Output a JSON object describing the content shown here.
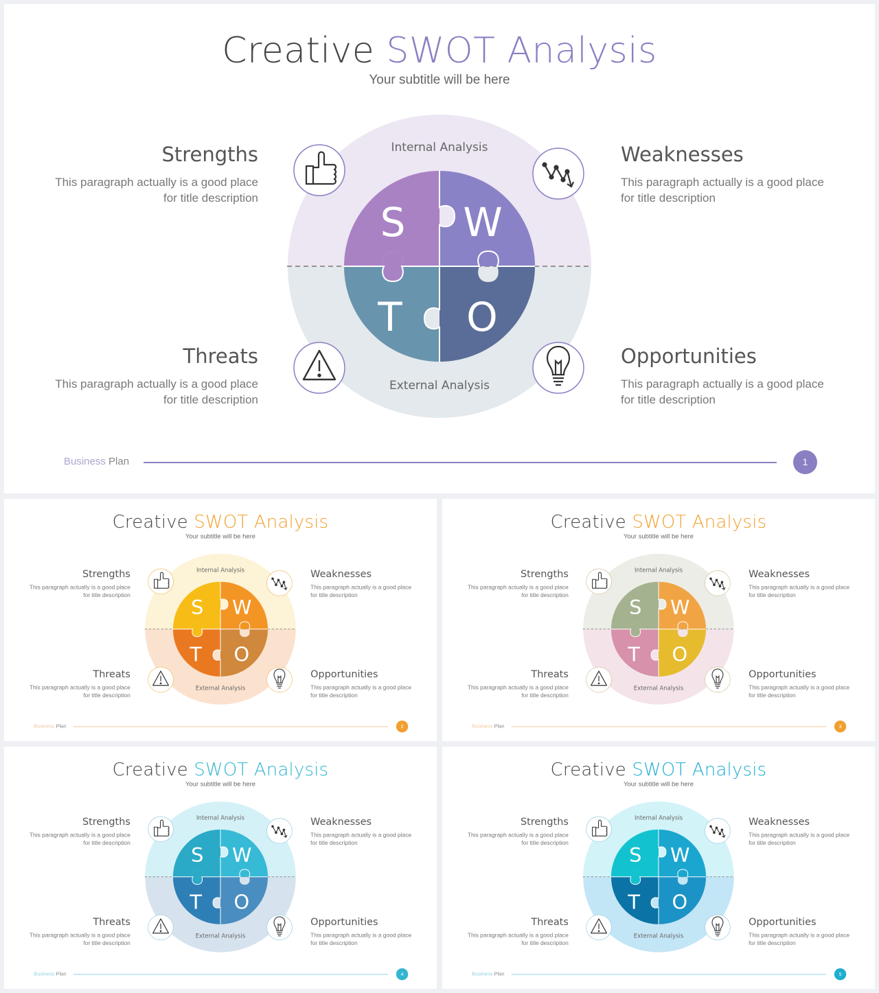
{
  "slides": [
    {
      "title_main": "Creative",
      "title_accent": "SWOT Analysis",
      "subtitle": "Your subtitle will be here",
      "internal_label": "Internal Analysis",
      "external_label": "External Analysis",
      "strengths": {
        "title": "Strengths",
        "desc": "This paragraph actually is a good place for title description"
      },
      "weaknesses": {
        "title": "Weaknesses",
        "desc": "This paragraph actually is a good place for title description"
      },
      "threats": {
        "title": "Threats",
        "desc": "This paragraph actually is a good place for title description"
      },
      "opportunities": {
        "title": "Opportunities",
        "desc": "This paragraph actually is a good place for title description"
      },
      "letters": {
        "s": "S",
        "w": "W",
        "t": "T",
        "o": "O"
      },
      "footer_a": "Business",
      "footer_b": "Plan",
      "page": "1",
      "colors": {
        "accent": "#8a7fc2",
        "top_bg": "#ede6f3",
        "bottom_bg": "#e3e9ec",
        "s": "#a982c4",
        "w": "#8a82c6",
        "t": "#6894ad",
        "o": "#5a6d98",
        "icon_border": "#8a7fc2",
        "footer_line": "#8a7fc2",
        "badge": "#8a7fc2",
        "footer_a": "#aaa6cf"
      }
    },
    {
      "title_main": "Creative",
      "title_accent": "SWOT Analysis",
      "subtitle": "Your subtitle will be here",
      "internal_label": "Internal Analysis",
      "external_label": "External Analysis",
      "strengths": {
        "title": "Strengths",
        "desc": "This paragraph actually is a good place for title description"
      },
      "weaknesses": {
        "title": "Weaknesses",
        "desc": "This paragraph actually is a good place for title description"
      },
      "threats": {
        "title": "Threats",
        "desc": "This paragraph actually is a good place for title description"
      },
      "opportunities": {
        "title": "Opportunities",
        "desc": "This paragraph actually is a good place for title description"
      },
      "letters": {
        "s": "S",
        "w": "W",
        "t": "T",
        "o": "O"
      },
      "footer_a": "Business",
      "footer_b": "Plan",
      "page": "2",
      "colors": {
        "accent": "#f0a030",
        "top_bg": "#fdf3d6",
        "bottom_bg": "#fbe2cf",
        "s": "#f7bd16",
        "w": "#f39524",
        "t": "#ea7820",
        "o": "#cf883c",
        "icon_border": "#f0c070",
        "footer_line": "#f4c79a",
        "badge": "#f0a030",
        "footer_a": "#f4c79a"
      }
    },
    {
      "title_main": "Creative",
      "title_accent": "SWOT Analysis",
      "subtitle": "Your subtitle will be here",
      "internal_label": "Internal Analysis",
      "external_label": "External Analysis",
      "strengths": {
        "title": "Strengths",
        "desc": "This paragraph actually is a good place for title description"
      },
      "weaknesses": {
        "title": "Weaknesses",
        "desc": "This paragraph actually is a good place for title description"
      },
      "threats": {
        "title": "Threats",
        "desc": "This paragraph actually is a good place for title description"
      },
      "opportunities": {
        "title": "Opportunities",
        "desc": "This paragraph actually is a good place for title description"
      },
      "letters": {
        "s": "S",
        "w": "W",
        "t": "T",
        "o": "O"
      },
      "footer_a": "Business",
      "footer_b": "Plan",
      "page": "3",
      "colors": {
        "accent": "#f0a030",
        "top_bg": "#ecede7",
        "bottom_bg": "#f4e4ea",
        "s": "#a4b290",
        "w": "#f1a444",
        "t": "#d791ab",
        "o": "#e6bc2e",
        "icon_border": "#d8c4a0",
        "footer_line": "#f4c79a",
        "badge": "#f0a030",
        "footer_a": "#f4c79a"
      }
    },
    {
      "title_main": "Creative",
      "title_accent": "SWOT Analysis",
      "subtitle": "Your subtitle will be here",
      "internal_label": "Internal Analysis",
      "external_label": "External Analysis",
      "strengths": {
        "title": "Strengths",
        "desc": "This paragraph actually is a good place for title description"
      },
      "weaknesses": {
        "title": "Weaknesses",
        "desc": "This paragraph actually is a good place for title description"
      },
      "threats": {
        "title": "Threats",
        "desc": "This paragraph actually is a good place for title description"
      },
      "opportunities": {
        "title": "Opportunities",
        "desc": "This paragraph actually is a good place for title description"
      },
      "letters": {
        "s": "S",
        "w": "W",
        "t": "T",
        "o": "O"
      },
      "footer_a": "Business",
      "footer_b": "Plan",
      "page": "4",
      "colors": {
        "accent": "#32b5cf",
        "top_bg": "#d4f1f7",
        "bottom_bg": "#d6e3ee",
        "s": "#2aaac6",
        "w": "#36bad6",
        "t": "#2e7fb6",
        "o": "#4a8dc0",
        "icon_border": "#9ccde0",
        "footer_line": "#8fd3e3",
        "badge": "#32b5cf",
        "footer_a": "#8fd3e3"
      }
    },
    {
      "title_main": "Creative",
      "title_accent": "SWOT Analysis",
      "subtitle": "Your subtitle will be here",
      "internal_label": "Internal Analysis",
      "external_label": "External Analysis",
      "strengths": {
        "title": "Strengths",
        "desc": "This paragraph actually is a good place for title description"
      },
      "weaknesses": {
        "title": "Weaknesses",
        "desc": "This paragraph actually is a good place for title description"
      },
      "threats": {
        "title": "Threats",
        "desc": "This paragraph actually is a good place for title description"
      },
      "opportunities": {
        "title": "Opportunities",
        "desc": "This paragraph actually is a good place for title description"
      },
      "letters": {
        "s": "S",
        "w": "W",
        "t": "T",
        "o": "O"
      },
      "footer_a": "Business",
      "footer_b": "Plan",
      "page": "5",
      "colors": {
        "accent": "#1eaed0",
        "top_bg": "#d2f3f8",
        "bottom_bg": "#c3e6f6",
        "s": "#12c3cf",
        "w": "#1ba6cf",
        "t": "#0b73a6",
        "o": "#1c93c6",
        "icon_border": "#9ccde0",
        "footer_line": "#8fd3e3",
        "badge": "#1eaed0",
        "footer_a": "#8fd3e3"
      }
    }
  ]
}
